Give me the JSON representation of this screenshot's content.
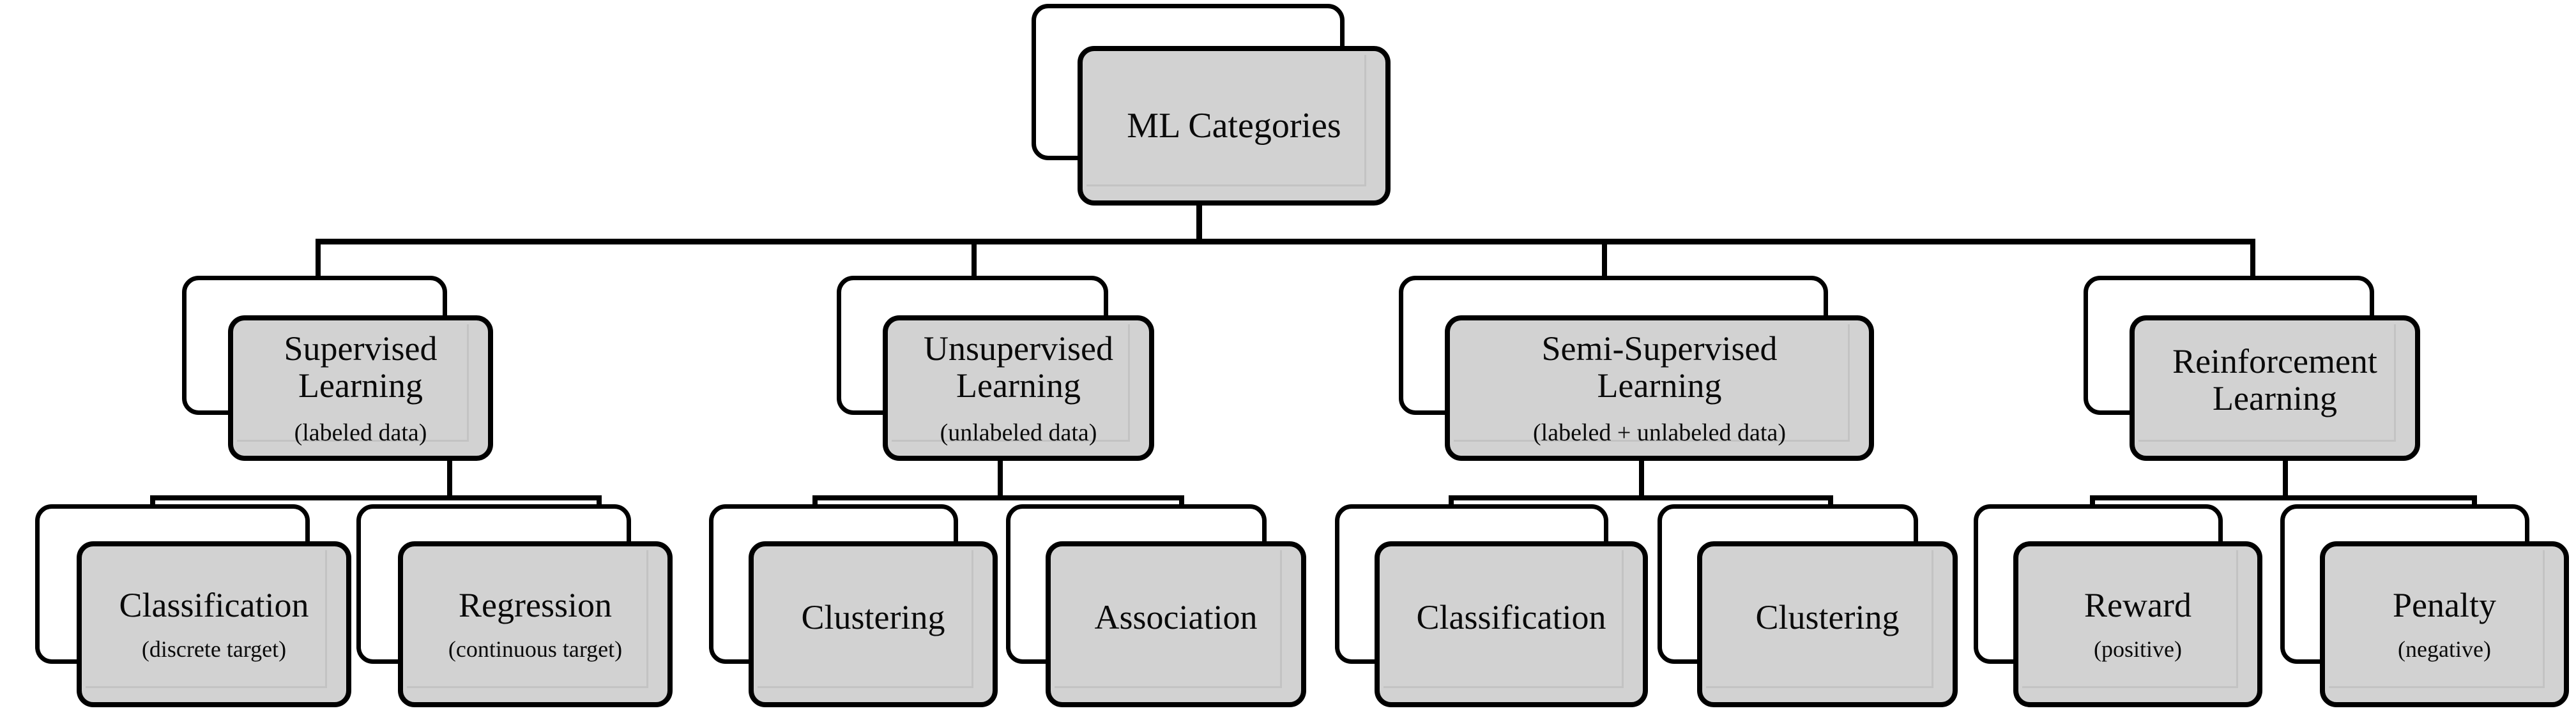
{
  "diagram": {
    "title": "ML Categories",
    "type": "tree",
    "levels": 3,
    "node_style": "stacked-rounded-card",
    "colors": {
      "node_fill": "#d2d2d2",
      "node_stroke": "#000000",
      "back_card_fill": "#ffffff",
      "connector": "#000000",
      "background": "#ffffff",
      "text": "#0a0a0a"
    },
    "root": {
      "id": "ml-categories",
      "title": "ML Categories",
      "subtitle": ""
    },
    "branches": [
      {
        "id": "supervised-learning",
        "title": "Supervised\nLearning",
        "subtitle": "(labeled data)",
        "children": [
          {
            "id": "classification-supervised",
            "title": "Classification",
            "subtitle": "(discrete target)"
          },
          {
            "id": "regression",
            "title": "Regression",
            "subtitle": "(continuous target)"
          }
        ]
      },
      {
        "id": "unsupervised-learning",
        "title": "Unsupervised\nLearning",
        "subtitle": "(unlabeled data)",
        "children": [
          {
            "id": "clustering-unsupervised",
            "title": "Clustering",
            "subtitle": ""
          },
          {
            "id": "association",
            "title": "Association",
            "subtitle": ""
          }
        ]
      },
      {
        "id": "semi-supervised-learning",
        "title": "Semi-Supervised\nLearning",
        "subtitle": "(labeled + unlabeled data)",
        "children": [
          {
            "id": "classification-semi",
            "title": "Classification",
            "subtitle": ""
          },
          {
            "id": "clustering-semi",
            "title": "Clustering",
            "subtitle": ""
          }
        ]
      },
      {
        "id": "reinforcement-learning",
        "title": "Reinforcement\nLearning",
        "subtitle": "",
        "children": [
          {
            "id": "reward",
            "title": "Reward",
            "subtitle": "(positive)"
          },
          {
            "id": "penalty",
            "title": "Penalty",
            "subtitle": "(negative)"
          }
        ]
      }
    ]
  }
}
